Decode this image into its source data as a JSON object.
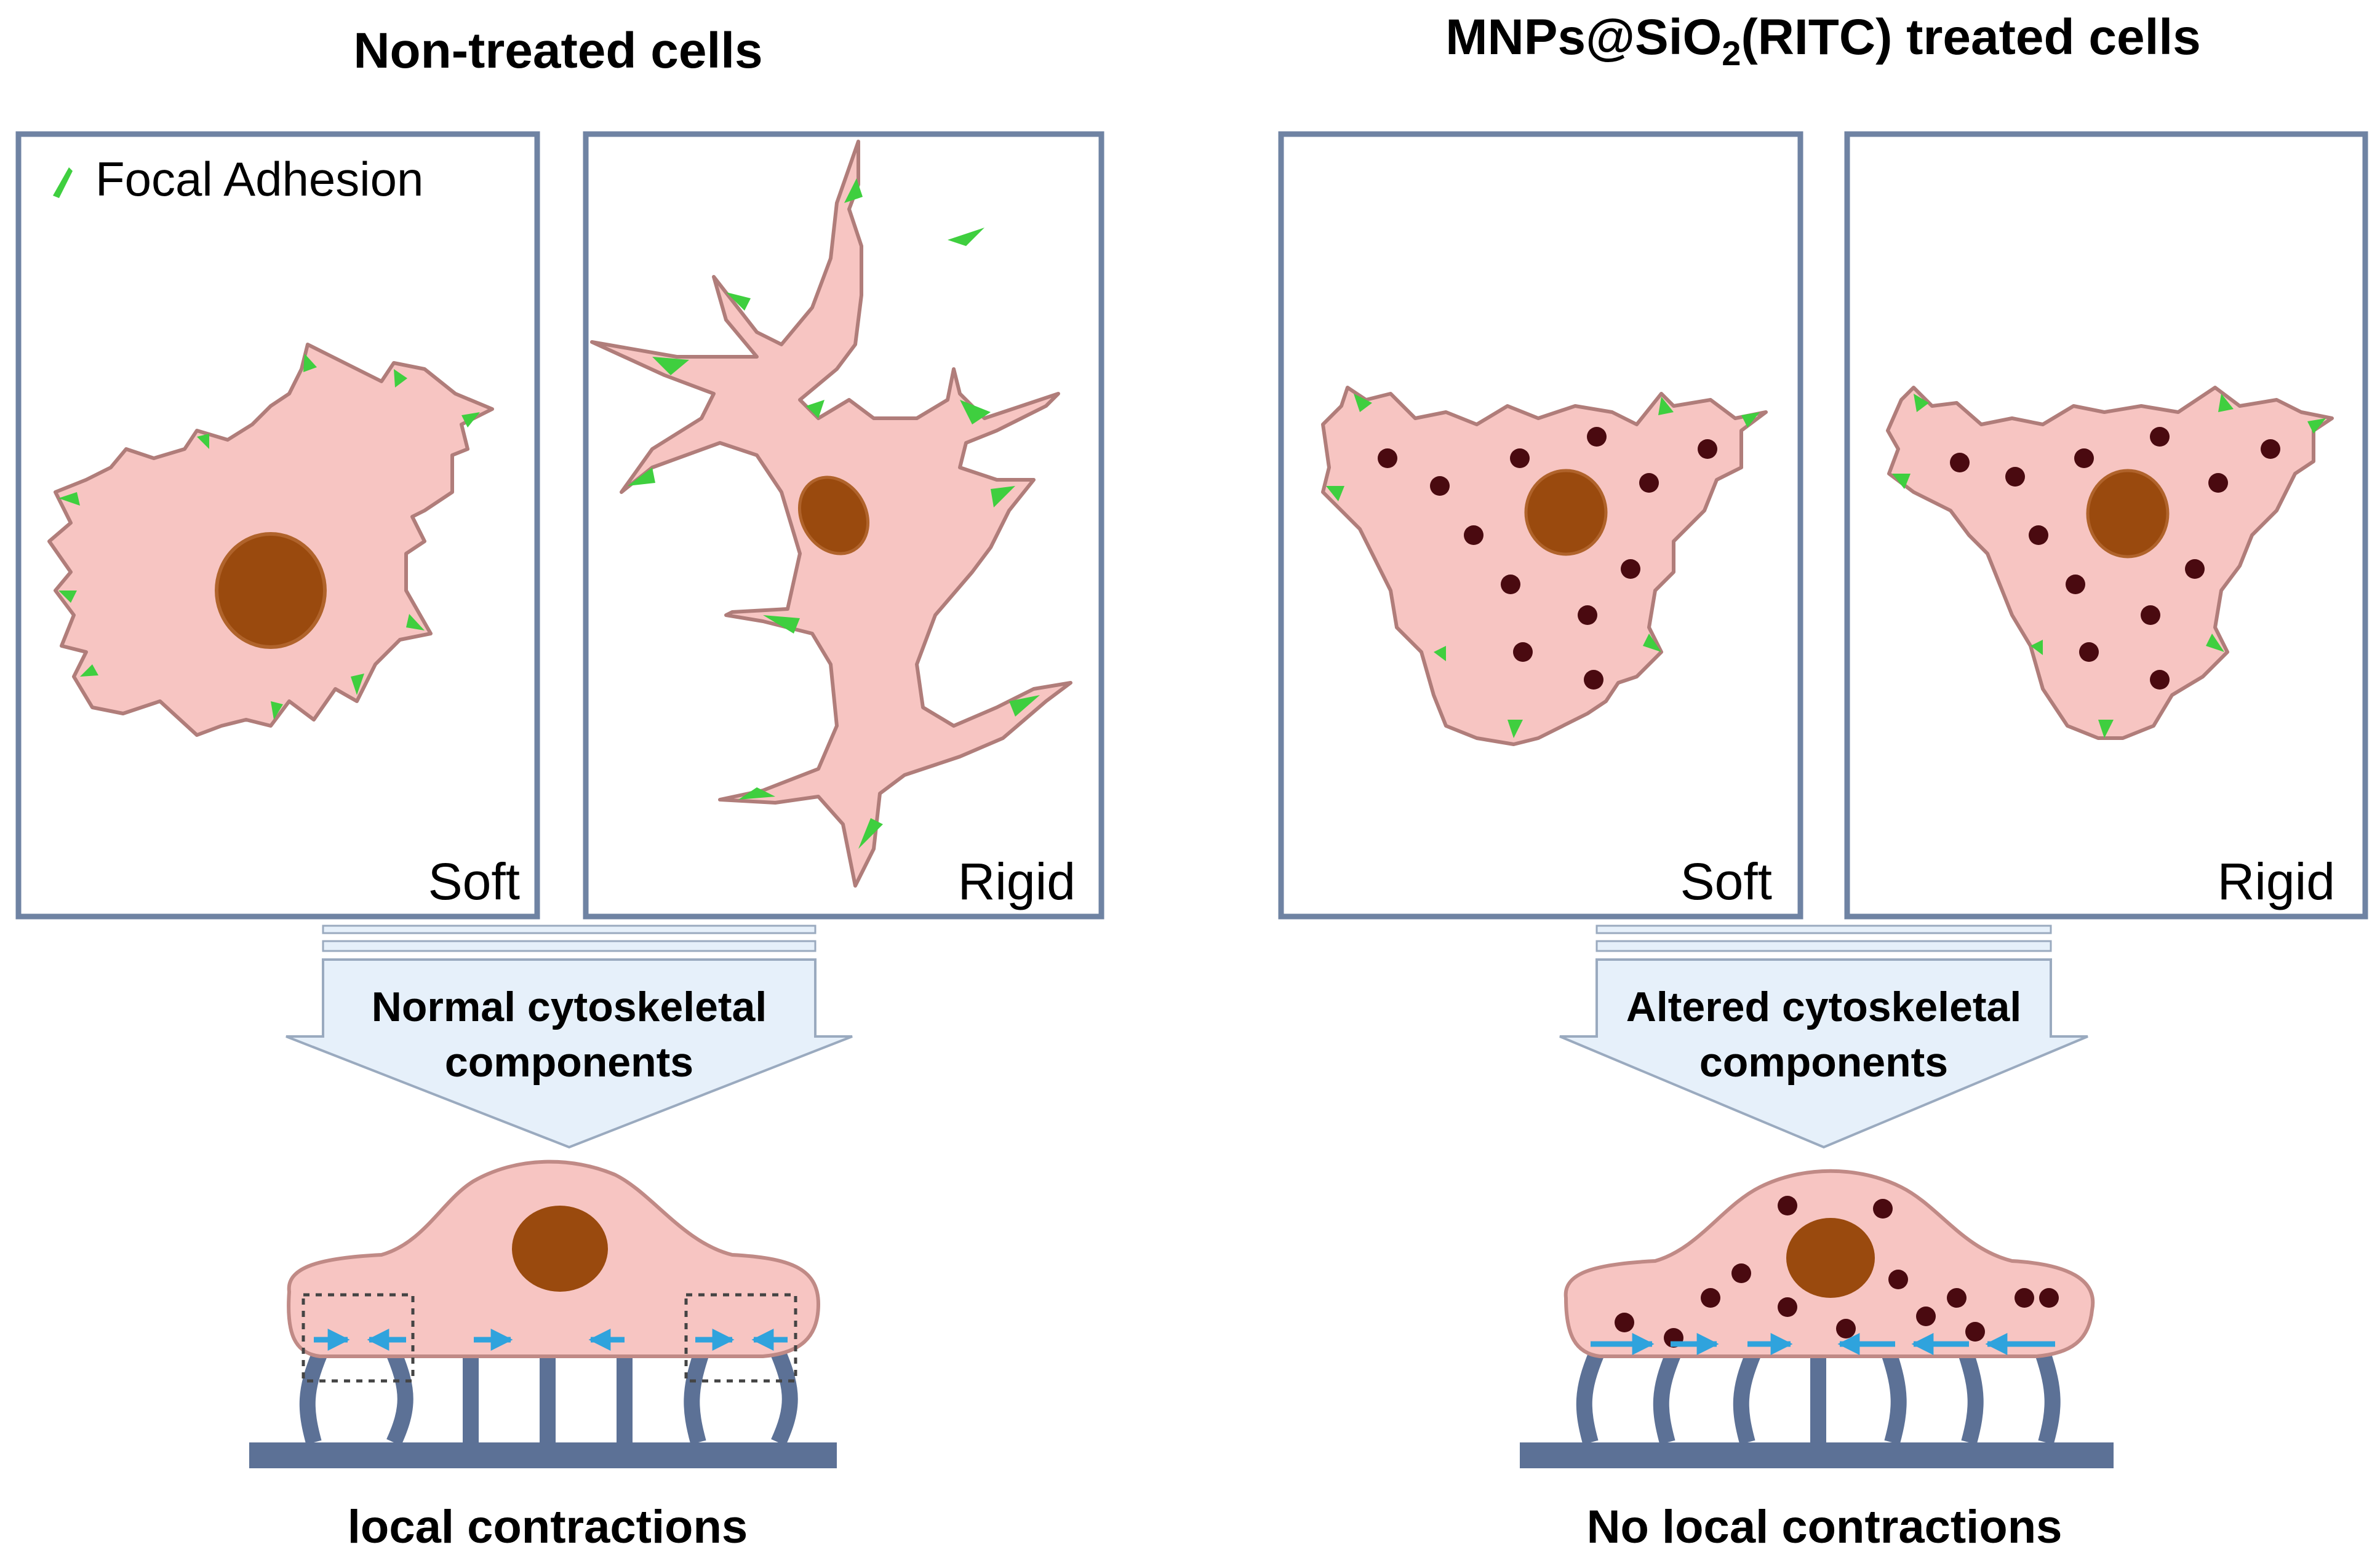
{
  "left_group": {
    "title": "Non-treated cells",
    "legend_label": "Focal Adhesion",
    "panel_soft_label": "Soft",
    "panel_rigid_label": "Rigid",
    "arrow_line1": "Normal cytoskeletal",
    "arrow_line2": "components",
    "bottom_caption": "local contractions"
  },
  "right_group": {
    "title_main": "MNPs@SiO",
    "title_sub": "2",
    "title_rest": "(RITC) treated cells",
    "panel_soft_label": "Soft",
    "panel_rigid_label": "Rigid",
    "arrow_line1": "Altered cytoskeletal",
    "arrow_line2": "components",
    "bottom_caption": "No local contractions"
  },
  "colors": {
    "panel_border": "#6f83a3",
    "cell_fill": "#f7c5c2",
    "cell_outline": "#b07d7a",
    "nucleus": "#9a4a0e",
    "focal_adhesion": "#3fcf3f",
    "nanoparticle": "#4a0a10",
    "arrow_fill": "#e6f0fa",
    "arrow_outline": "#9aaabf",
    "cytoskeleton_arrow": "#2fa3dd",
    "substrate": "#5c7196"
  }
}
